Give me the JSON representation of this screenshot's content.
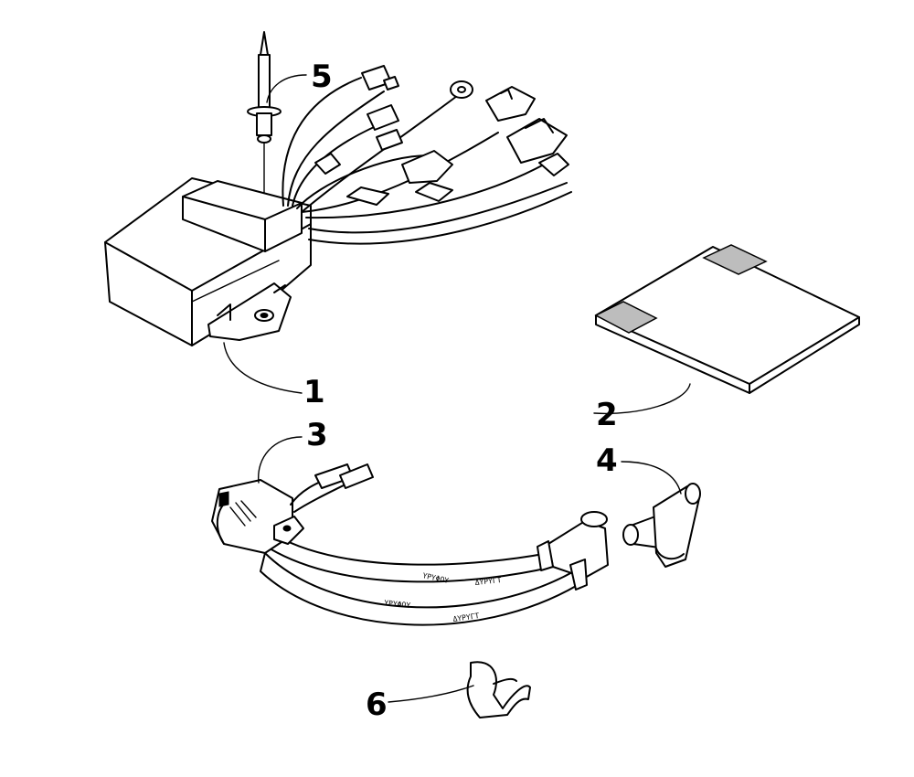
{
  "callouts": [
    {
      "id": "1",
      "label": "1"
    },
    {
      "id": "2",
      "label": "2"
    },
    {
      "id": "3",
      "label": "3"
    },
    {
      "id": "4",
      "label": "4"
    },
    {
      "id": "5",
      "label": "5"
    },
    {
      "id": "6",
      "label": "6"
    }
  ],
  "hose_markings": [
    "ΥΡΥΦΟΥ",
    "ΔΥΡΥΓΤ",
    "ΥΡΥΦΟΥ",
    "ΔΥΡΥΓΤ"
  ]
}
